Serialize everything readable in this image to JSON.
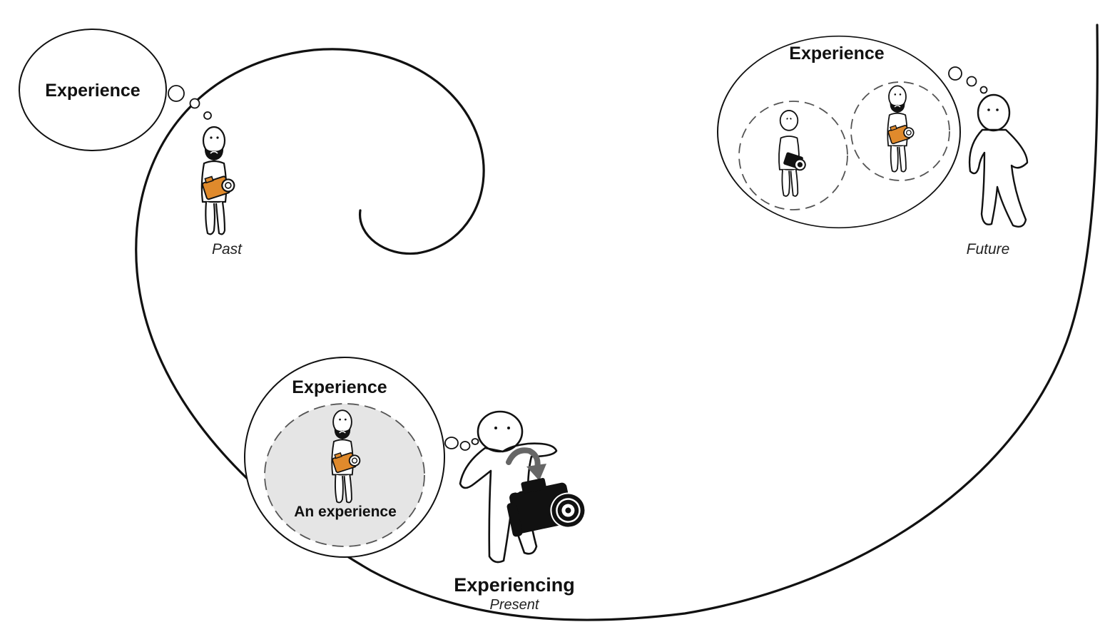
{
  "labels": {
    "past_bubble": "Experience",
    "past_caption": "Past",
    "future_bubble": "Experience",
    "future_caption": "Future",
    "present_bubble": "Experience",
    "present_inner": "An experience",
    "present_title": "Experiencing",
    "present_caption": "Present"
  },
  "colors": {
    "line": "#111111",
    "camera_orange": "#e08a2c",
    "camera_black": "#111111",
    "inner_fill": "#e5e5e5",
    "background": "#ffffff"
  },
  "icons": {
    "spiral": "spiral-curve",
    "thought_bubble": "thought-bubble",
    "person": "stick-person",
    "compact_camera": "compact-camera-icon",
    "dslr_camera": "dslr-camera-icon",
    "turn_arrow": "curved-arrow-icon"
  }
}
